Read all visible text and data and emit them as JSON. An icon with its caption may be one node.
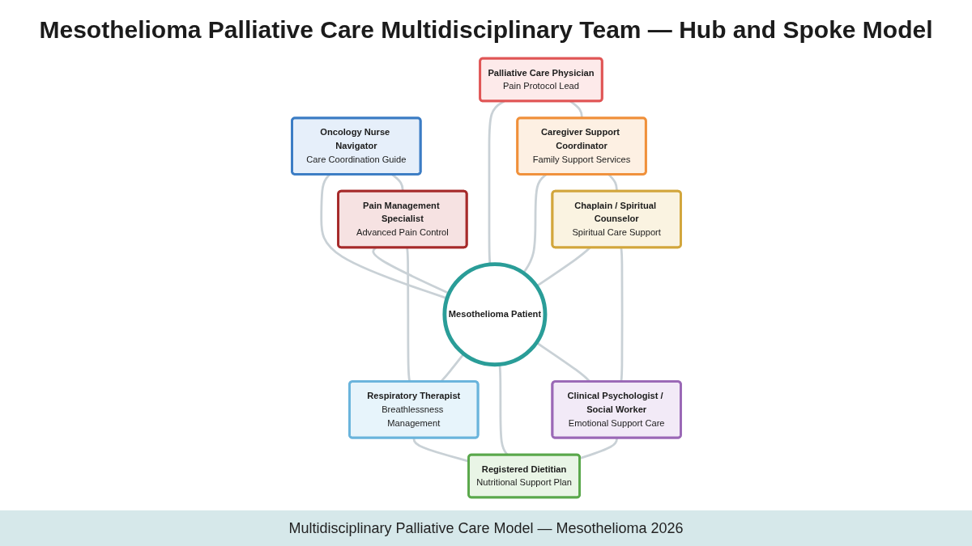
{
  "diagram": {
    "title": "Mesothelioma Palliative Care Multidisciplinary Team — Hub and Spoke Model",
    "caption": "Multidisciplinary Palliative Care Model — Mesothelioma 2026",
    "nodes": [
      {
        "text": [
          "Mesothelioma Patient"
        ]
      },
      {
        "text": [
          "Palliative Care Physician",
          "Pain Protocol Lead"
        ]
      },
      {
        "text": [
          "Oncology Nurse Navigator",
          "Care Coordination Guide"
        ]
      },
      {
        "text": [
          "Pain Management Specialist",
          "Advanced Pain Control"
        ]
      },
      {
        "text": [
          "Respiratory Therapist",
          "Breathlessness Management"
        ]
      },
      {
        "text": [
          "Registered Dietitian",
          "Nutritional Support Plan"
        ]
      },
      {
        "text": [
          "Clinical Psychologist / Social Worker",
          "Emotional Support Care"
        ]
      },
      {
        "text": [
          "Chaplain / Spiritual Counselor",
          "Spiritual Care Support"
        ]
      },
      {
        "text": [
          "Caregiver Support Coordinator",
          "Family Support Services"
        ]
      }
    ],
    "edges": [
      {
        "from": 1,
        "to": 0,
        "arrow": "none"
      },
      {
        "from": 2,
        "to": 0,
        "arrow": "none"
      },
      {
        "from": 3,
        "to": 0,
        "arrow": "none"
      },
      {
        "from": 0,
        "to": 4,
        "arrow": "none"
      },
      {
        "from": 0,
        "to": 5,
        "arrow": "none"
      },
      {
        "from": 0,
        "to": 6,
        "arrow": "none"
      },
      {
        "from": 7,
        "to": 0,
        "arrow": "none"
      },
      {
        "from": 8,
        "to": 0,
        "arrow": "none"
      },
      {
        "from": 2,
        "to": 3,
        "arrow": "none"
      },
      {
        "from": 3,
        "to": 4,
        "arrow": "none"
      },
      {
        "from": 4,
        "to": 5,
        "arrow": "none"
      },
      {
        "from": 6,
        "to": 5,
        "arrow": "none"
      },
      {
        "from": 7,
        "to": 6,
        "arrow": "none"
      },
      {
        "from": 8,
        "to": 7,
        "arrow": "none"
      },
      {
        "from": 1,
        "to": 8,
        "arrow": "none"
      }
    ]
  }
}
